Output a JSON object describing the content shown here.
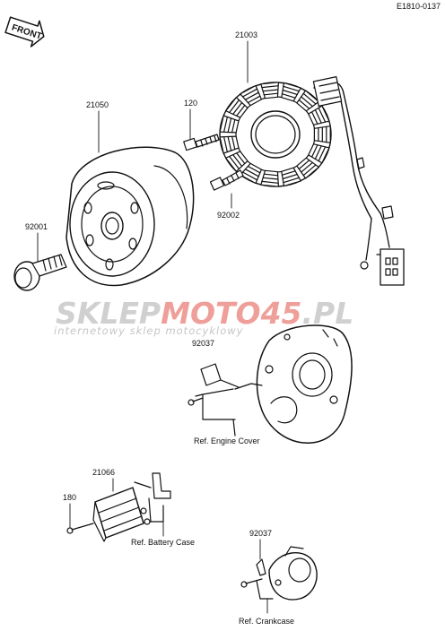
{
  "diagram": {
    "drawing_code": "E1810-0137",
    "front_label": "FRONT",
    "parts": {
      "p21003": "21003",
      "p120": "120",
      "p21050": "21050",
      "p92002": "92002",
      "p92001": "92001",
      "p92037a": "92037",
      "p21066": "21066",
      "p180": "180",
      "p92037b": "92037"
    },
    "refs": {
      "engine_cover": "Ref. Engine Cover",
      "battery_case": "Ref. Battery Case",
      "crankcase": "Ref. Crankcase"
    }
  },
  "watermark": {
    "main_part1": "SKLEP",
    "main_part2": "MOTO",
    "main_part3": "45",
    "main_part4": ".PL",
    "tagline": "internetowy sklep motocyklowy",
    "accent_color": "#e05046"
  }
}
